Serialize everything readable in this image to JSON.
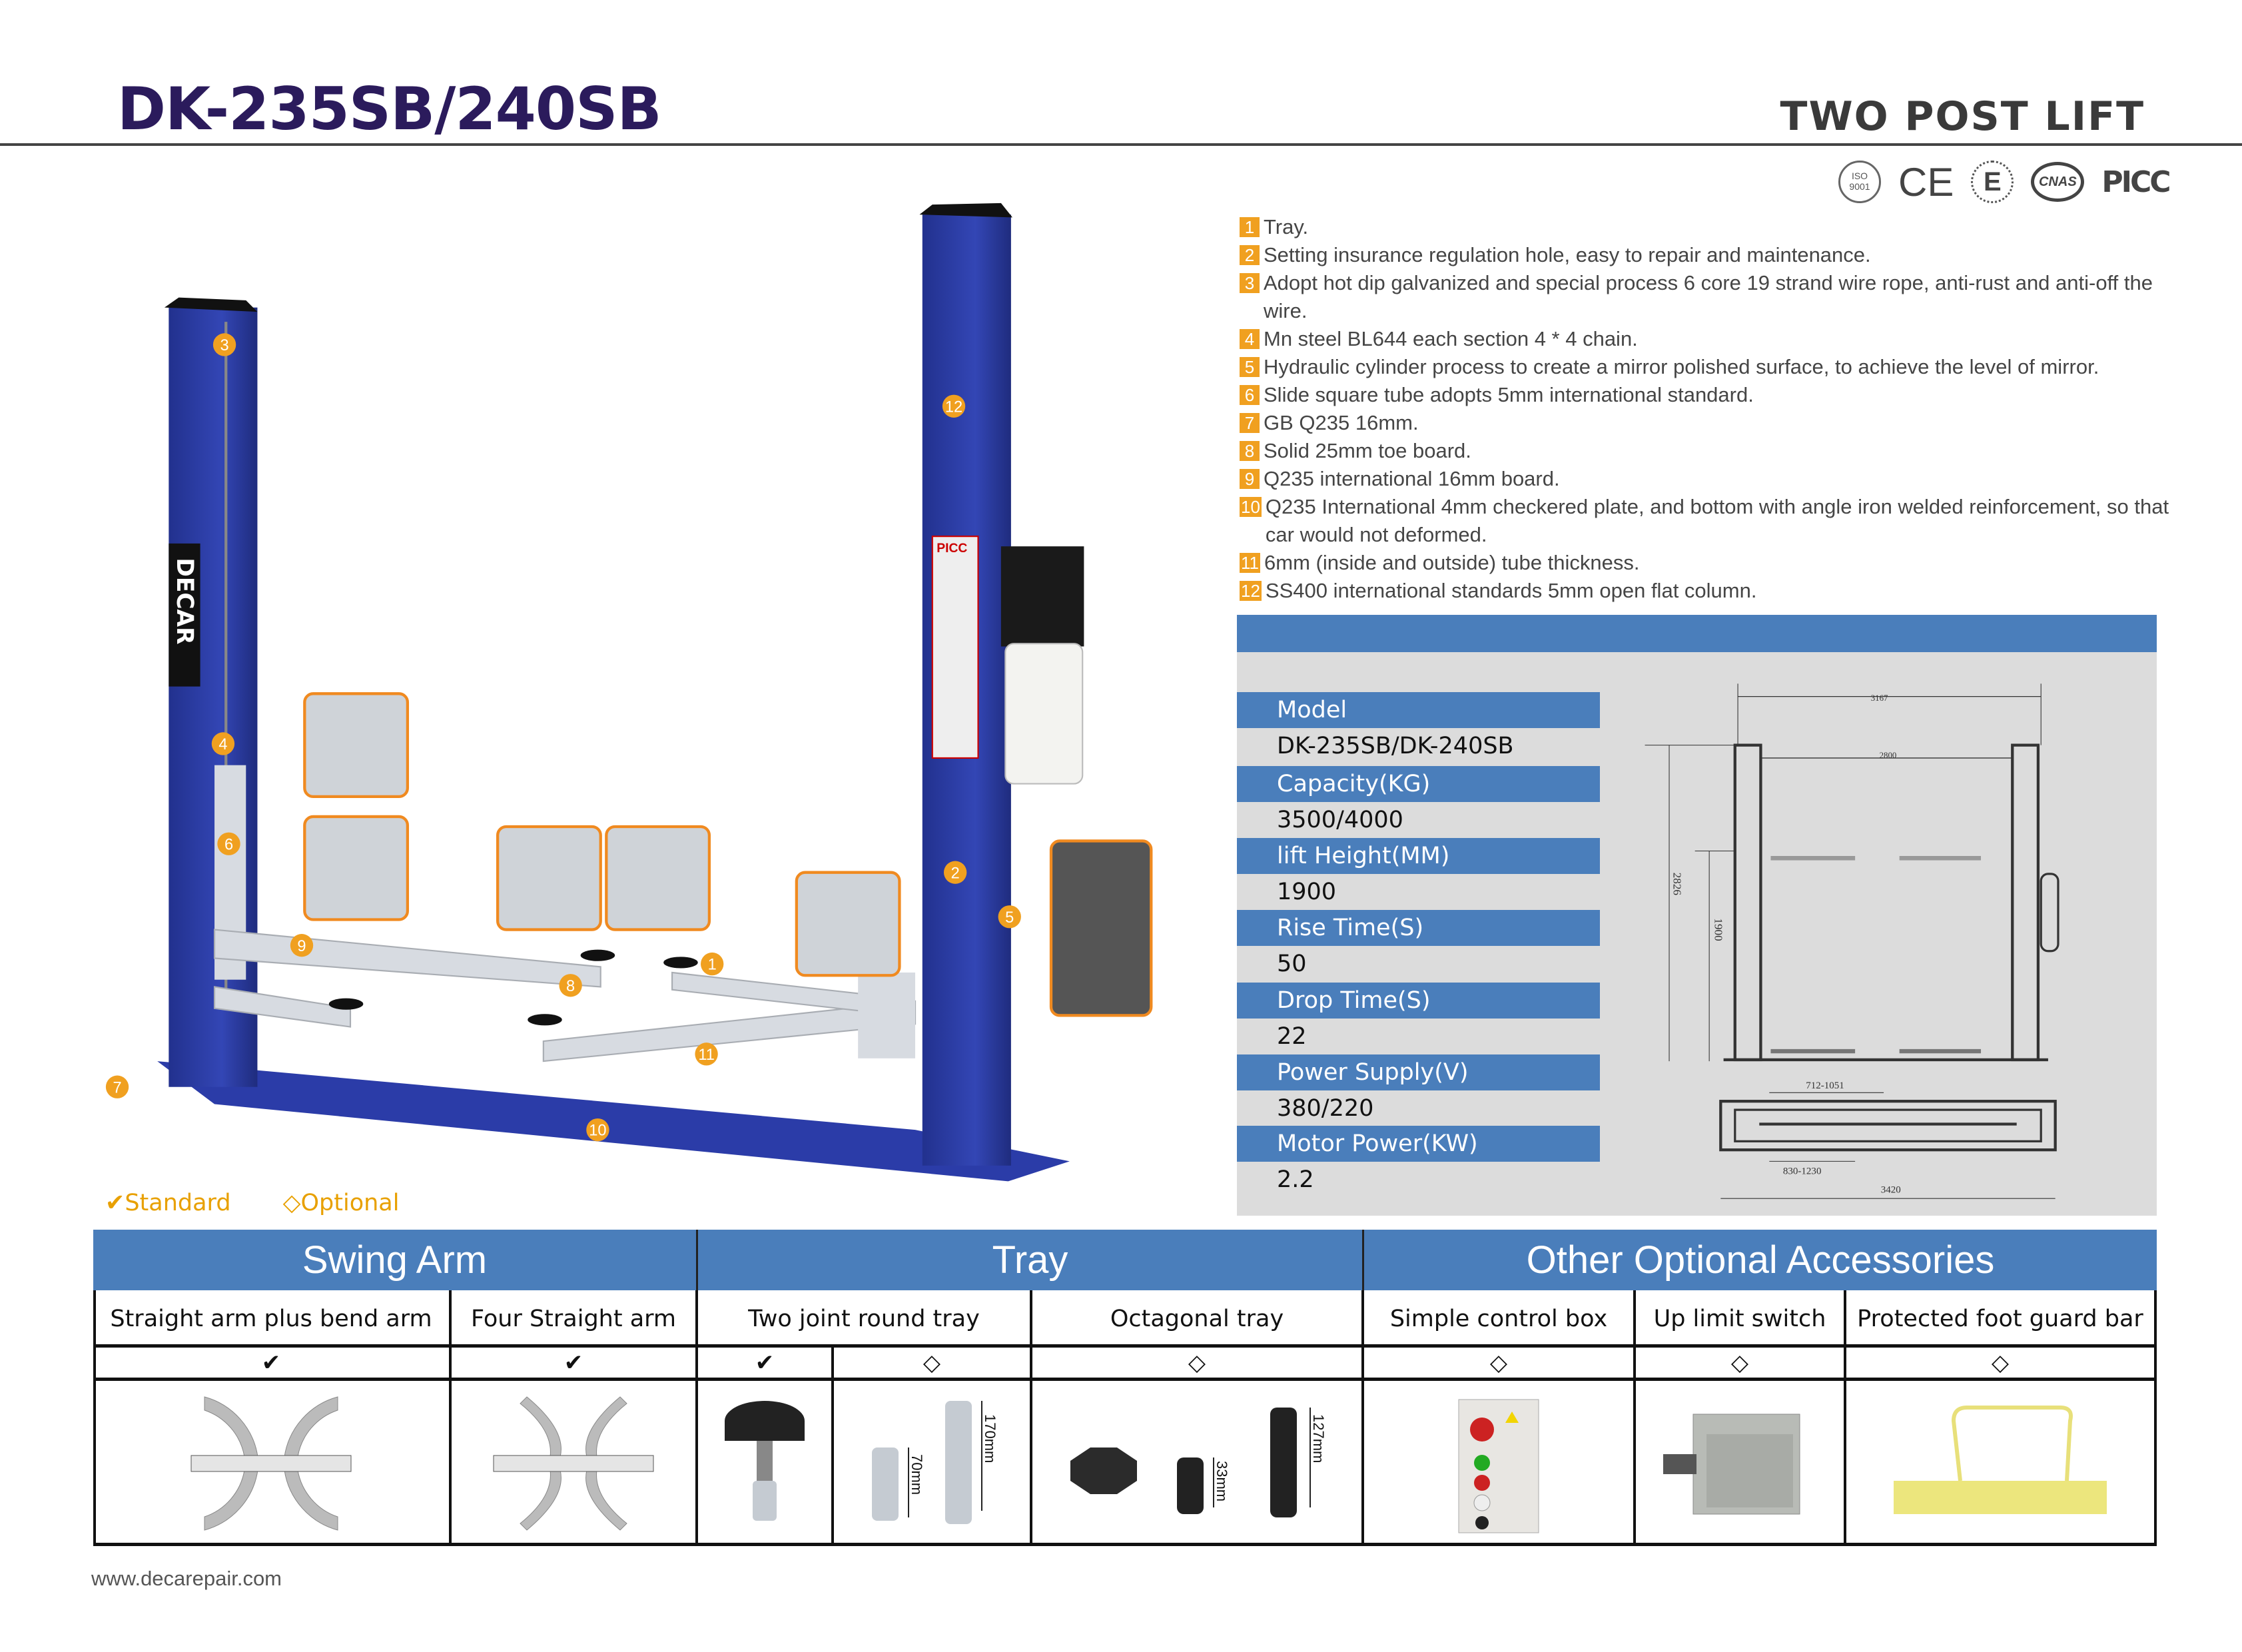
{
  "header": {
    "title": "DK-235SB/240SB",
    "subtitle": "TWO POST LIFT"
  },
  "certifications": [
    "ISO 9001",
    "CE",
    "E",
    "CNAS",
    "PICC"
  ],
  "features": [
    {
      "num": "1",
      "text": "Tray."
    },
    {
      "num": "2",
      "text": "Setting insurance regulation hole, easy to repair and maintenance."
    },
    {
      "num": "3",
      "text": "Adopt hot dip galvanized and special process 6 core 19 strand wire rope, anti-rust and anti-off the wire."
    },
    {
      "num": "4",
      "text": "Mn steel BL644 each section 4 * 4 chain."
    },
    {
      "num": "5",
      "text": "Hydraulic cylinder process to create a mirror polished surface, to achieve the level of mirror."
    },
    {
      "num": "6",
      "text": "Slide square tube adopts 5mm international standard."
    },
    {
      "num": "7",
      "text": "GB Q235 16mm."
    },
    {
      "num": "8",
      "text": "Solid 25mm toe board."
    },
    {
      "num": "9",
      "text": "Q235 international 16mm board."
    },
    {
      "num": "10",
      "text": "Q235 International 4mm checkered plate, and bottom with angle iron welded reinforcement, so that car would not deformed."
    },
    {
      "num": "11",
      "text": "6mm (inside and outside) tube thickness."
    },
    {
      "num": "12",
      "text": "SS400 international standards 5mm open flat column."
    }
  ],
  "specs": [
    {
      "label": "Model",
      "value": "DK-235SB/DK-240SB"
    },
    {
      "label": "Capacity(KG)",
      "value": "3500/4000"
    },
    {
      "label": "lift Height(MM)",
      "value": "1900"
    },
    {
      "label": "Rise Time(S)",
      "value": "50"
    },
    {
      "label": "Drop Time(S)",
      "value": "22"
    },
    {
      "label": "Power Supply(V)",
      "value": "380/220"
    },
    {
      "label": "Motor Power(KW)",
      "value": "2.2"
    }
  ],
  "drawing": {
    "width_total": "3167",
    "width_inner": "2800",
    "height_total": "2826",
    "lift_height": "1900",
    "arm_range_1": "712-1051",
    "arm_range_2": "830-1230",
    "base_length": "3420"
  },
  "lift_photo": {
    "brand": "DECAR",
    "sticker": "PICC",
    "callouts": [
      "3",
      "12",
      "4",
      "6",
      "9",
      "8",
      "1",
      "2",
      "5",
      "11",
      "7",
      "10"
    ]
  },
  "legend": {
    "standard": "✔Standard",
    "optional": "◇Optional"
  },
  "table": {
    "groups": [
      "Swing Arm",
      "Tray",
      "Other Optional Accessories"
    ],
    "items": [
      {
        "name": "Straight arm plus bend arm",
        "mark": "✔"
      },
      {
        "name": "Four Straight arm",
        "mark": "✔"
      },
      {
        "name": "Two joint round tray",
        "mark": "✔",
        "mark2": "◇",
        "dim1": "70mm",
        "dim2": "170mm"
      },
      {
        "name": "Octagonal tray",
        "mark": "◇",
        "dim1": "33mm",
        "dim2": "127mm"
      },
      {
        "name": "Simple control box",
        "mark": "◇"
      },
      {
        "name": "Up limit switch",
        "mark": "◇"
      },
      {
        "name": "Protected foot guard bar",
        "mark": "◇"
      }
    ]
  },
  "footer": {
    "website": "www.decarepair.com"
  },
  "colors": {
    "brand_blue": "#4a7ebb",
    "accent_orange": "#f0a020",
    "title_purple": "#2b1b5c"
  }
}
